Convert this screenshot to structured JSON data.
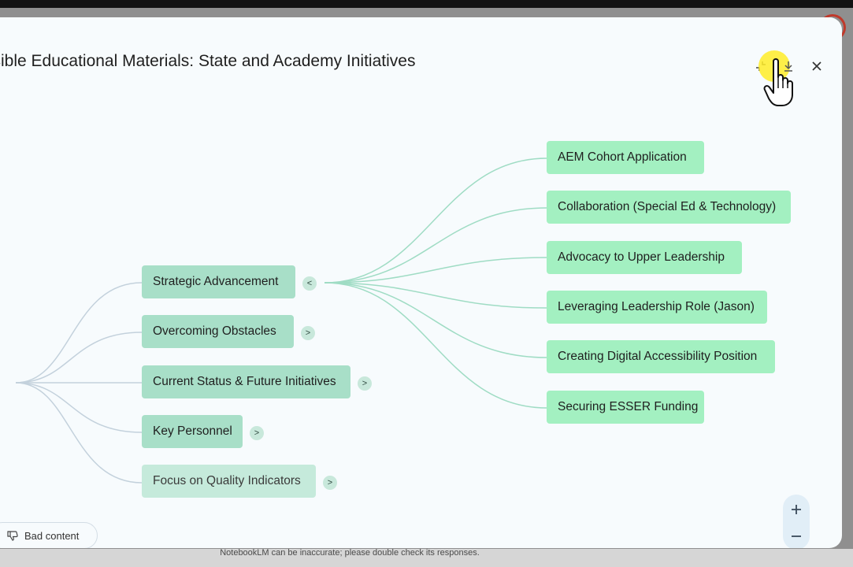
{
  "window": {
    "title": "ssible Educational Materials: State and Academy Initiatives",
    "disclaimer": "NotebookLM can be inaccurate; please double check its responses."
  },
  "controls": {
    "collapse_icon": "collapse-icon",
    "download_icon": "download-icon",
    "close_icon": "close-icon",
    "zoom_in_icon": "plus-icon",
    "zoom_out_icon": "minus-icon",
    "feedback_label": "Bad content",
    "feedback_icon": "thumbs-down-icon"
  },
  "mindmap": {
    "root_toggle": "<",
    "branches": [
      {
        "label": "Strategic Advancement",
        "toggle": "<",
        "expanded": true
      },
      {
        "label": "Overcoming Obstacles",
        "toggle": ">",
        "expanded": false
      },
      {
        "label": "Current Status & Future Initiatives",
        "toggle": ">",
        "expanded": false
      },
      {
        "label": "Key Personnel",
        "toggle": ">",
        "expanded": false
      },
      {
        "label": "Focus on Quality Indicators",
        "toggle": ">",
        "expanded": false
      }
    ],
    "leaves": [
      "AEM Cohort Application",
      "Collaboration (Special Ed & Technology)",
      "Advocacy to Upper Leadership",
      "Leveraging Leadership Role (Jason)",
      "Creating Digital Accessibility Position",
      "Securing ESSER Funding"
    ]
  },
  "colors": {
    "branch_node": "#a8dfc8",
    "leaf_node": "#a3f0c1",
    "connector_gray": "#c3d1dc",
    "connector_green": "#9fdcc4",
    "modal_bg": "#f7fbfd"
  }
}
